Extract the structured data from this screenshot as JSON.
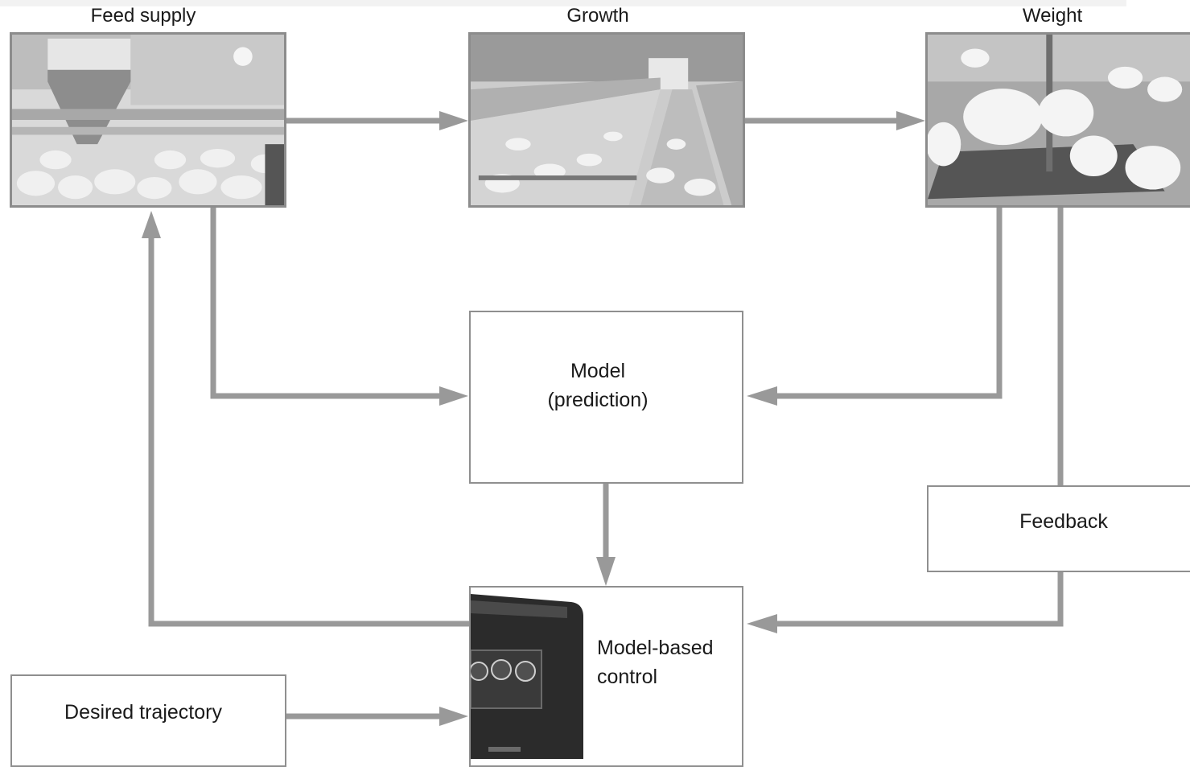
{
  "stages": {
    "feed_supply": "Feed supply",
    "growth": "Growth",
    "weight": "Weight"
  },
  "boxes": {
    "model": "Model\n(prediction)",
    "feedback": "Feedback",
    "model_based_control": "Model-based\ncontrol",
    "desired_trajectory": "Desired trajectory"
  },
  "colors": {
    "connector": "#999999",
    "box_border": "#8f8f8f"
  }
}
